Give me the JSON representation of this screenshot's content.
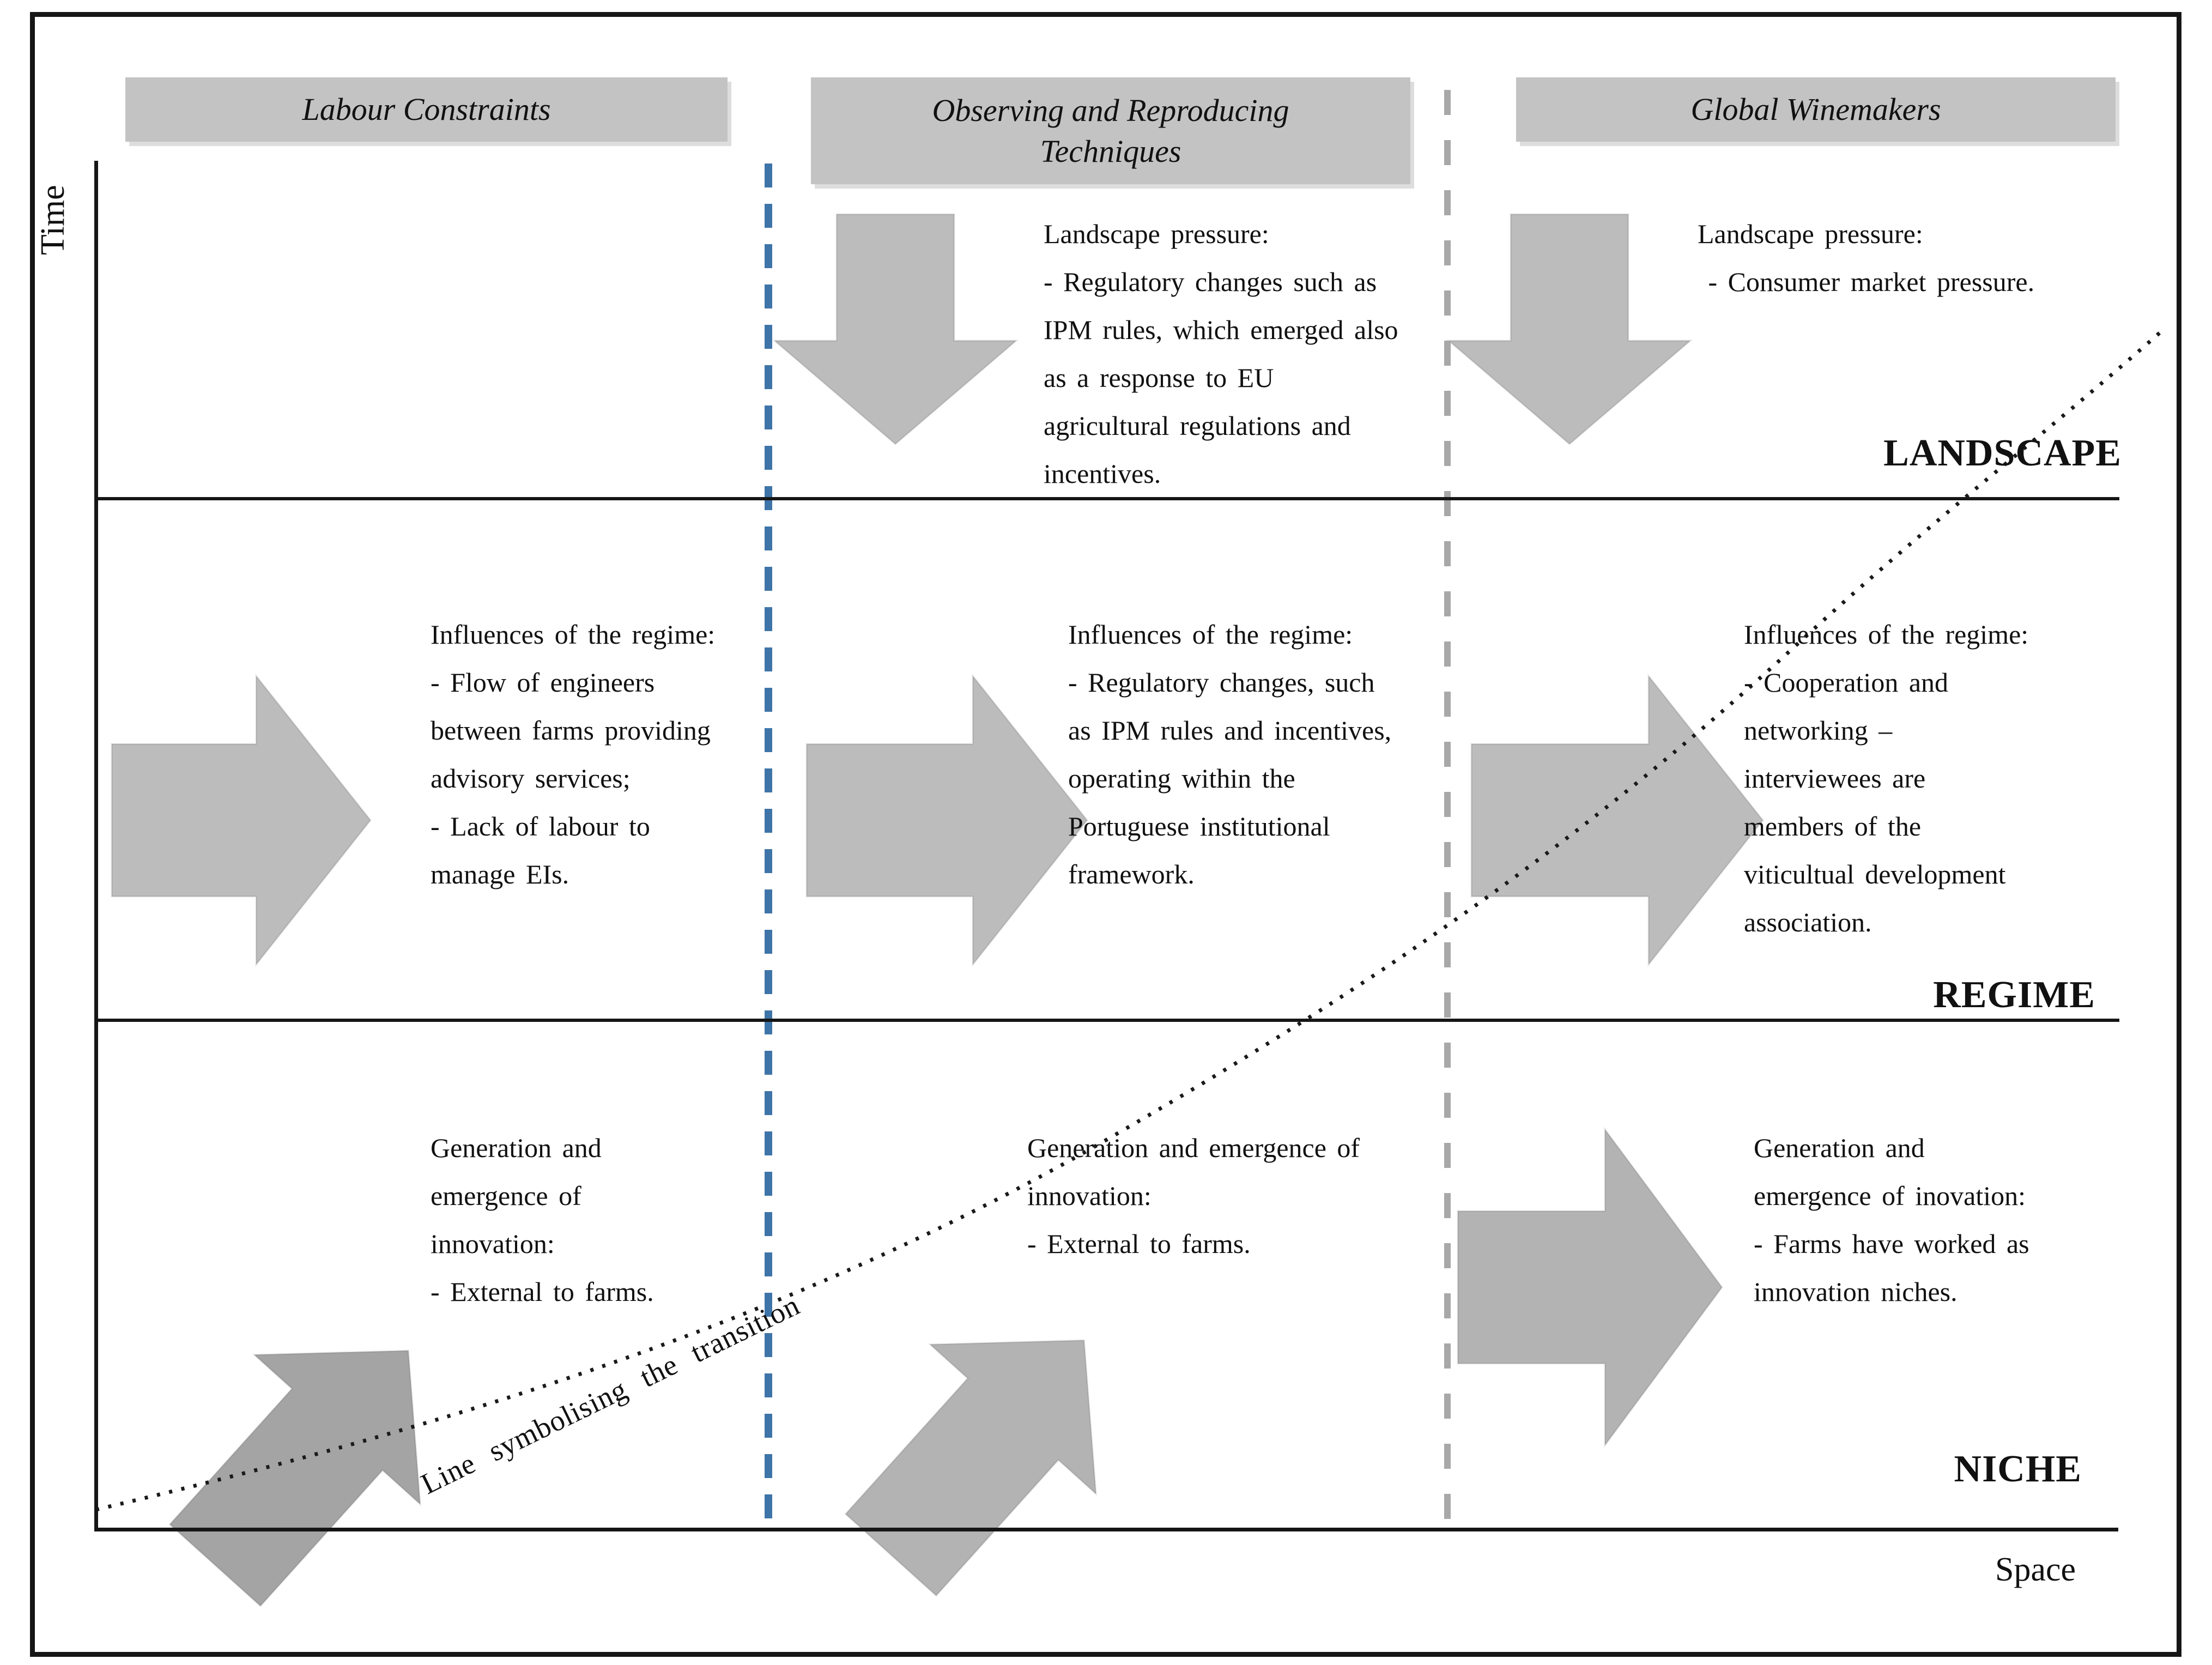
{
  "figure": {
    "y_axis_label": "Time",
    "x_axis_label": "Space",
    "transition_label": "Line symbolising the transition",
    "levels": [
      {
        "label": "LANDSCAPE"
      },
      {
        "label": "REGIME"
      },
      {
        "label": "NICHE"
      }
    ],
    "phases": [
      {
        "title": "Labour Constraints"
      },
      {
        "title": "Observing and Reproducing\nTechniques"
      },
      {
        "title": "Global Winemakers"
      }
    ],
    "cells": {
      "landscape_col2": "Landscape pressure:\n- Regulatory changes such as\nIPM rules, which emerged also\nas a response to EU\nagricultural regulations and\nincentives.",
      "landscape_col3": "Landscape pressure:\n - Consumer market pressure.",
      "regime_col1": "Influences of the regime:\n- Flow of engineers\nbetween farms providing\nadvisory services;\n- Lack of labour to\nmanage EIs.",
      "regime_col2": "Influences of the regime:\n- Regulatory changes, such\nas IPM rules and incentives,\noperating within the\nPortuguese institutional\nframework.",
      "regime_col3": "Influences of the regime:\n- Cooperation and\nnetworking –\ninterviewees are\nmembers of the\nviticultual development\nassociation.",
      "niche_col1": "Generation and\nemergence of\ninnovation:\n- External to farms.",
      "niche_col2": "Generation and emergence of\ninnovation:\n- External to farms.",
      "niche_col3": "Generation and\nemergence of inovation:\n- Farms have worked as\ninnovation niches."
    },
    "colors": {
      "header_fill": "#c3c3c3",
      "arrow_light": "#bcbcbc",
      "arrow_mid": "#b3b3b3",
      "arrow_dark": "#a4a4a4",
      "dashed_blue": "#3e74a8",
      "dashed_gray": "#a8a8a8",
      "line": "#1a1a1a"
    }
  }
}
